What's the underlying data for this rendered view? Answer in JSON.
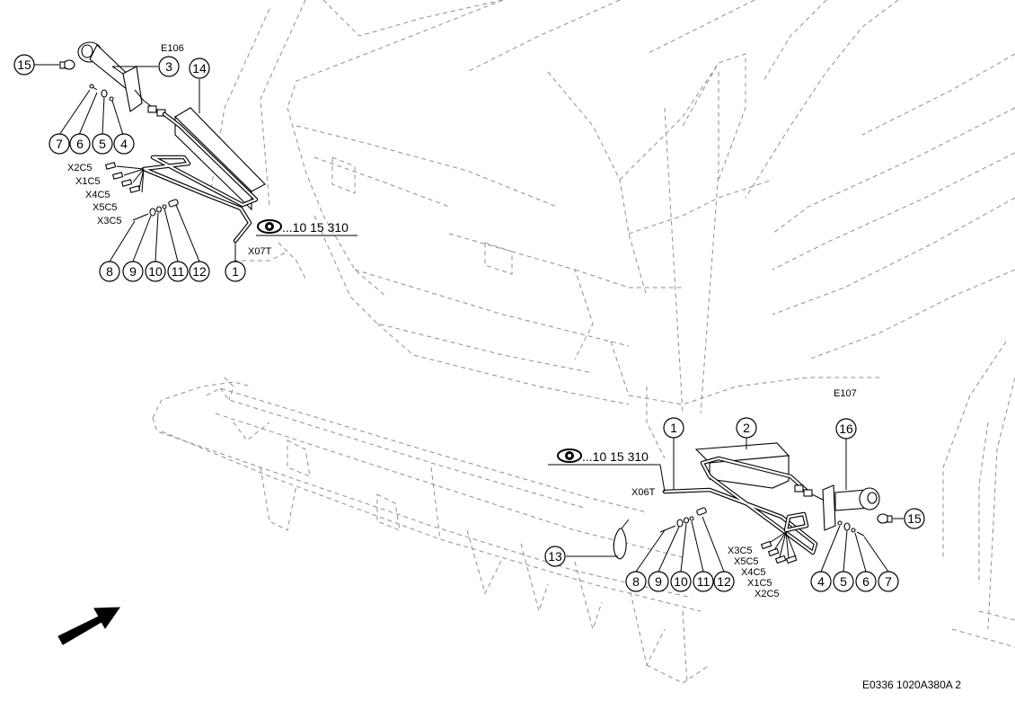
{
  "drawing_code": "E0336 1020A380A 2",
  "left_assembly": {
    "lamp_label": "E106",
    "connector_label": "X07T",
    "reference": "...10 15 310",
    "connector_labels": [
      "X2C5",
      "X1C5",
      "X4C5",
      "X5C5",
      "X3C5"
    ],
    "callouts": [
      "15",
      "3",
      "14",
      "7",
      "6",
      "5",
      "4",
      "8",
      "9",
      "10",
      "11",
      "12",
      "1"
    ]
  },
  "right_assembly": {
    "lamp_label": "E107",
    "connector_label": "X06T",
    "reference": "...10 15 310",
    "connector_labels": [
      "X3C5",
      "X5C5",
      "X4C5",
      "X1C5",
      "X2C5"
    ],
    "callouts": [
      "1",
      "2",
      "16",
      "15",
      "13",
      "8",
      "9",
      "10",
      "11",
      "12",
      "4",
      "5",
      "6",
      "7"
    ]
  },
  "icons": {
    "view_icon": "eye-icon",
    "direction_icon": "direction-arrow-icon"
  }
}
